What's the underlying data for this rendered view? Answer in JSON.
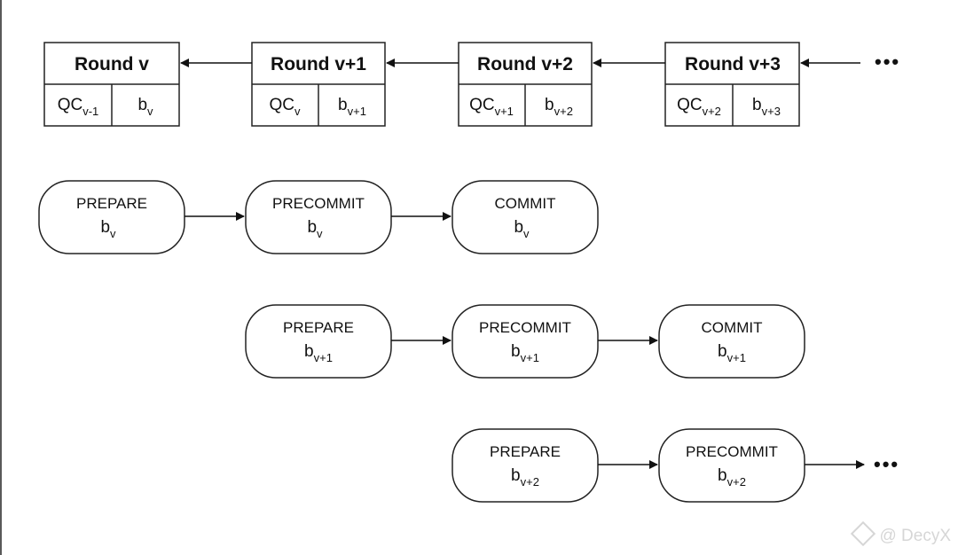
{
  "rounds": [
    {
      "title": "Round v",
      "qc": "QC",
      "qc_sub": "v-1",
      "b": "b",
      "b_sub": "v"
    },
    {
      "title": "Round v+1",
      "qc": "QC",
      "qc_sub": "v",
      "b": "b",
      "b_sub": "v+1"
    },
    {
      "title": "Round v+2",
      "qc": "QC",
      "qc_sub": "v+1",
      "b": "b",
      "b_sub": "v+2"
    },
    {
      "title": "Round v+3",
      "qc": "QC",
      "qc_sub": "v+2",
      "b": "b",
      "b_sub": "v+3"
    }
  ],
  "ellipsis_top": "•••",
  "phases": {
    "row1": [
      {
        "label": "PREPARE",
        "block": "b",
        "sub": "v"
      },
      {
        "label": "PRECOMMIT",
        "block": "b",
        "sub": "v"
      },
      {
        "label": "COMMIT",
        "block": "b",
        "sub": "v"
      }
    ],
    "row2": [
      {
        "label": "PREPARE",
        "block": "b",
        "sub": "v+1"
      },
      {
        "label": "PRECOMMIT",
        "block": "b",
        "sub": "v+1"
      },
      {
        "label": "COMMIT",
        "block": "b",
        "sub": "v+1"
      }
    ],
    "row3": [
      {
        "label": "PREPARE",
        "block": "b",
        "sub": "v+2"
      },
      {
        "label": "PRECOMMIT",
        "block": "b",
        "sub": "v+2"
      }
    ]
  },
  "ellipsis_bottom": "•••",
  "watermark": "@ DecyX"
}
